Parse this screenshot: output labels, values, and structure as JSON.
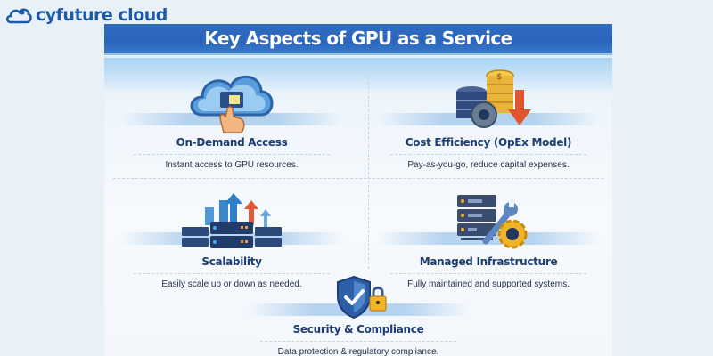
{
  "brand": {
    "name": "cyfuture cloud",
    "icon": "cloud-logo-icon",
    "color": "#1d5aa8"
  },
  "header": {
    "title": "Key Aspects of GPU as a Service",
    "background": "#2f6cc1"
  },
  "aspects": [
    {
      "title": "On-Demand Access",
      "description": "Instant access to GPU resources.",
      "icon": "cloud-chip-touch-icon"
    },
    {
      "title": "Cost Efficiency (OpEx Model)",
      "description": "Pay-as-you-go, reduce capital expenses.",
      "icon": "coins-database-gear-icon"
    },
    {
      "title": "Scalability",
      "description": "Easily scale up or down as needed.",
      "icon": "servers-scale-arrows-icon"
    },
    {
      "title": "Managed Infrastructure",
      "description": "Fully maintained and supported systems.",
      "icon": "server-wrench-gear-icon"
    },
    {
      "title": "Security & Compliance",
      "description": "Data protection & regulatory compliance.",
      "icon": "shield-check-lock-icon"
    }
  ],
  "colors": {
    "title_text": "#1e3d72",
    "accent_orange": "#e0552e",
    "accent_gold": "#f0b429",
    "navy": "#22375f"
  }
}
